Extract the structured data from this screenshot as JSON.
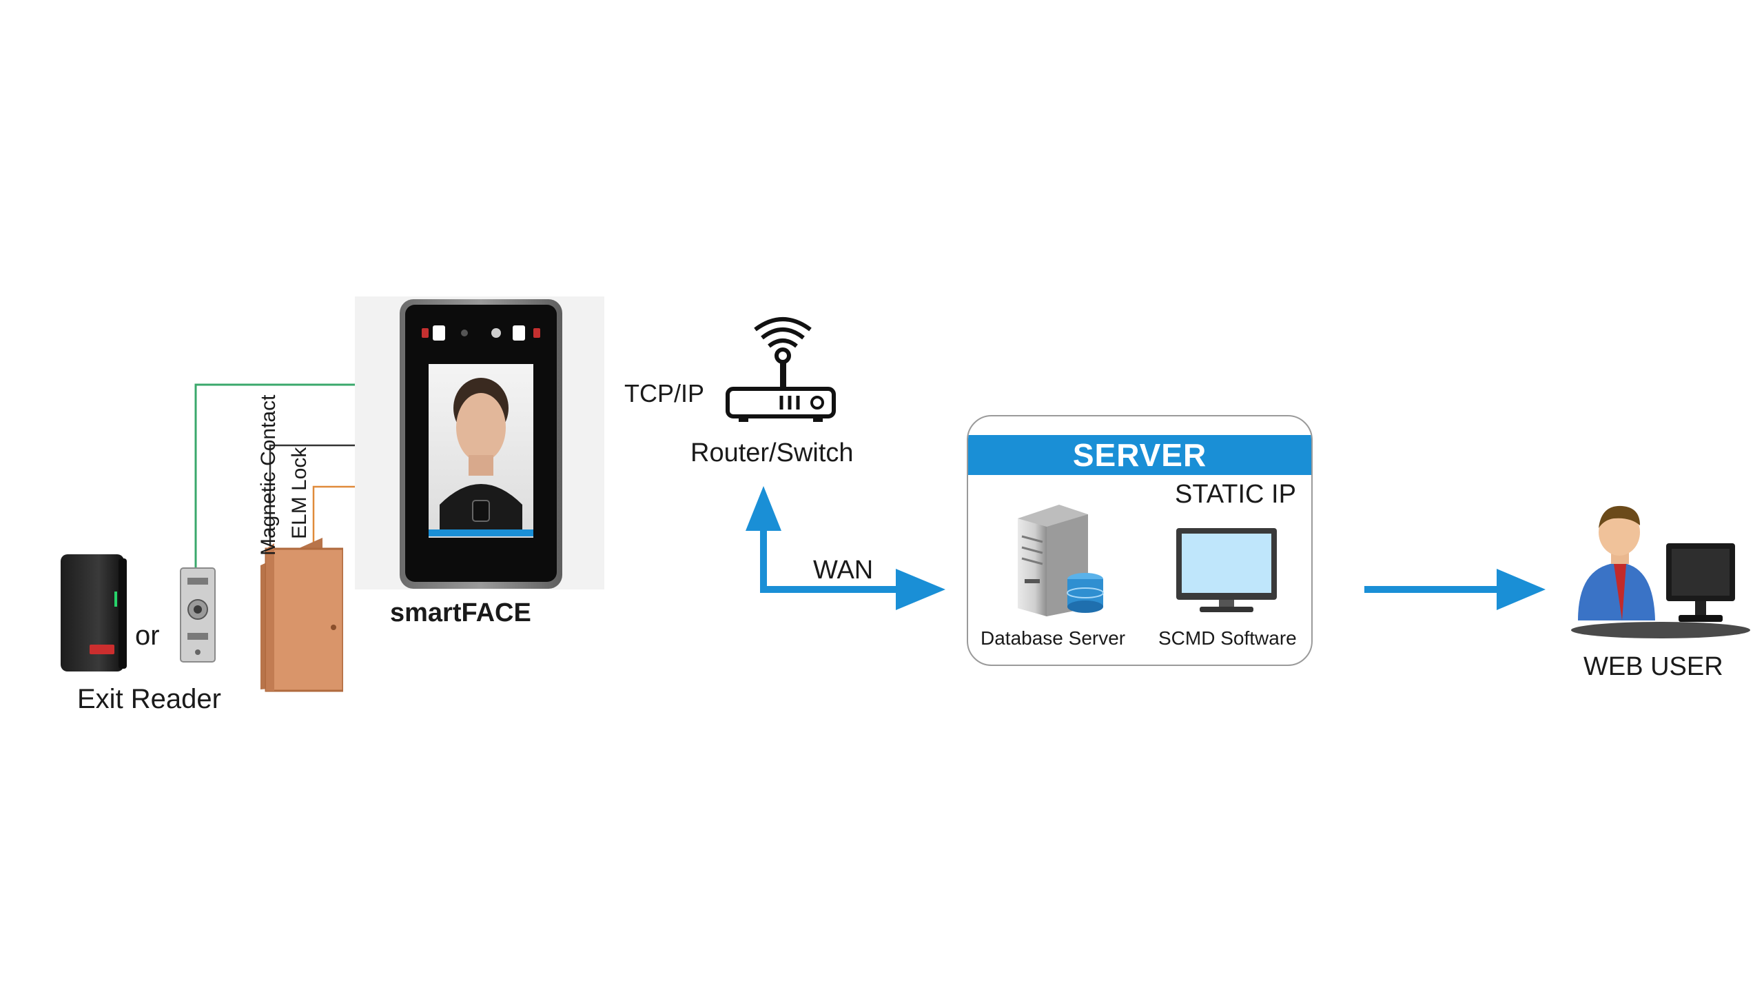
{
  "devices": {
    "exit_reader_label": "Exit Reader",
    "or_label": "or",
    "magnetic_contact_label": "Magnetic Contact",
    "elm_lock_label": "ELM Lock",
    "smartface_label": "smartFACE"
  },
  "network": {
    "tcpip_label": "TCP/IP",
    "router_label": "Router/Switch",
    "wan_label": "WAN"
  },
  "server": {
    "title": "SERVER",
    "static_ip_label": "STATIC IP",
    "database_label": "Database Server",
    "software_label": "SCMD Software"
  },
  "client": {
    "web_user_label": "WEB USER"
  },
  "colors": {
    "accent_blue": "#1a8fd6",
    "wire_green": "#3aa86b",
    "wire_black": "#333333",
    "wire_orange": "#e08a3a",
    "door": "#d9956a"
  }
}
